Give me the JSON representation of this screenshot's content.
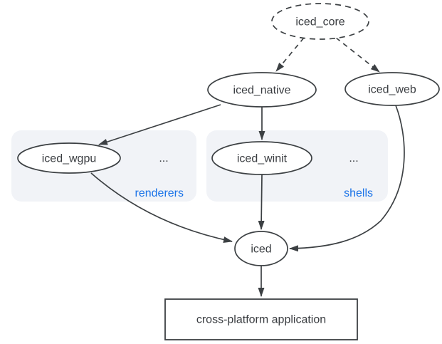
{
  "diagram": {
    "nodes": {
      "core": {
        "label": "iced_core",
        "shape": "ellipse-dashed"
      },
      "native": {
        "label": "iced_native",
        "shape": "ellipse"
      },
      "web": {
        "label": "iced_web",
        "shape": "ellipse"
      },
      "wgpu": {
        "label": "iced_wgpu",
        "shape": "ellipse"
      },
      "winit": {
        "label": "iced_winit",
        "shape": "ellipse"
      },
      "iced": {
        "label": "iced",
        "shape": "ellipse"
      },
      "app": {
        "label": "cross-platform application",
        "shape": "rectangle"
      }
    },
    "groups": {
      "renderers": {
        "label": "renderers",
        "ellipsis": "..."
      },
      "shells": {
        "label": "shells",
        "ellipsis": "..."
      }
    },
    "edges": [
      {
        "from": "iced_core",
        "to": "iced_native",
        "style": "dashed"
      },
      {
        "from": "iced_core",
        "to": "iced_web",
        "style": "dashed"
      },
      {
        "from": "iced_native",
        "to": "iced_wgpu",
        "style": "solid"
      },
      {
        "from": "iced_native",
        "to": "iced_winit",
        "style": "solid"
      },
      {
        "from": "iced_wgpu",
        "to": "iced",
        "style": "solid"
      },
      {
        "from": "iced_winit",
        "to": "iced",
        "style": "solid"
      },
      {
        "from": "iced_web",
        "to": "iced",
        "style": "solid"
      },
      {
        "from": "iced",
        "to": "cross-platform application",
        "style": "solid"
      }
    ],
    "colors": {
      "line": "#3c4043",
      "text": "#3a3d41",
      "group_bg": "#f1f3f7",
      "group_label": "#1a73e8",
      "background": "#ffffff"
    }
  }
}
